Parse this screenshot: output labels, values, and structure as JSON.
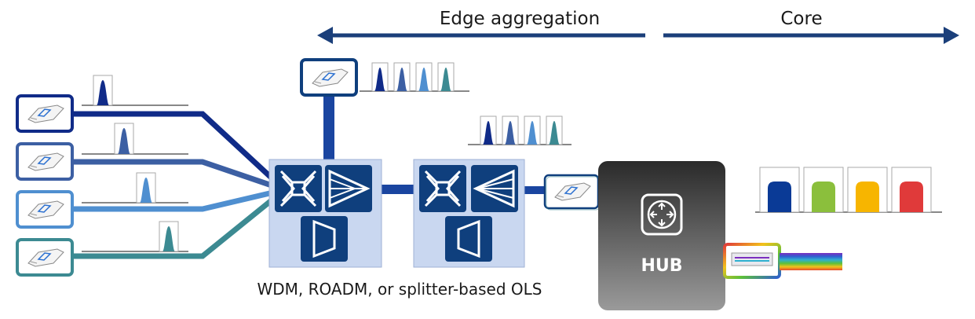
{
  "labels": {
    "edge_aggregation": "Edge aggregation",
    "core": "Core",
    "ols_caption": "WDM, ROADM, or splitter-based OLS",
    "hub": "HUB"
  },
  "colors": {
    "arrow": "#1b3f7a",
    "hub_bg": "#4a4a4a",
    "node_bg": "#c9d7f0",
    "icon_tile": "#0f3f7d",
    "channel_blue": "#0a3a96",
    "channel_green": "#8bbf3c",
    "channel_yellow": "#f7b500",
    "channel_red": "#e03a3a",
    "transceiver_1": "#102b88",
    "transceiver_2": "#3c5fa3",
    "transceiver_3": "#4f8fd0",
    "transceiver_4": "#3c8a92"
  },
  "icons": [
    "transceiver-icon",
    "crossconnect-icon",
    "amplifier-icon",
    "splitter-icon",
    "mux-icon",
    "router-icon",
    "spectrum-icon"
  ]
}
